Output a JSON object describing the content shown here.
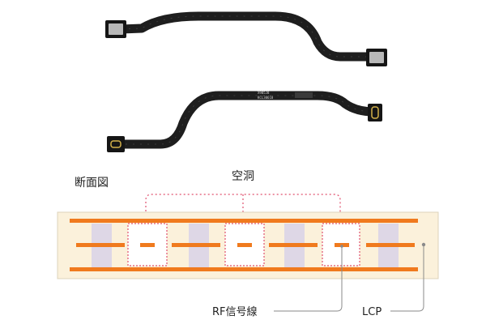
{
  "photo": {
    "cable_top_marking": "",
    "cable_bottom_marking_1": "X9B5J8",
    "cable_bottom_marking_2": "KCL30618"
  },
  "diagram": {
    "section_label": "断面図",
    "cavity_label": "空洞",
    "rf_label": "RF信号線",
    "lcp_label": "LCP",
    "colors": {
      "lcp_body": "#fbf1db",
      "lcp_border": "#ddd3bb",
      "conductor": "#f07a1e",
      "via_block": "#ded7e6",
      "cavity_outline": "#e0506e",
      "leader_line": "#8a8a8a",
      "cable": "#1e1e1e",
      "connector": "#b8b8b8"
    }
  }
}
